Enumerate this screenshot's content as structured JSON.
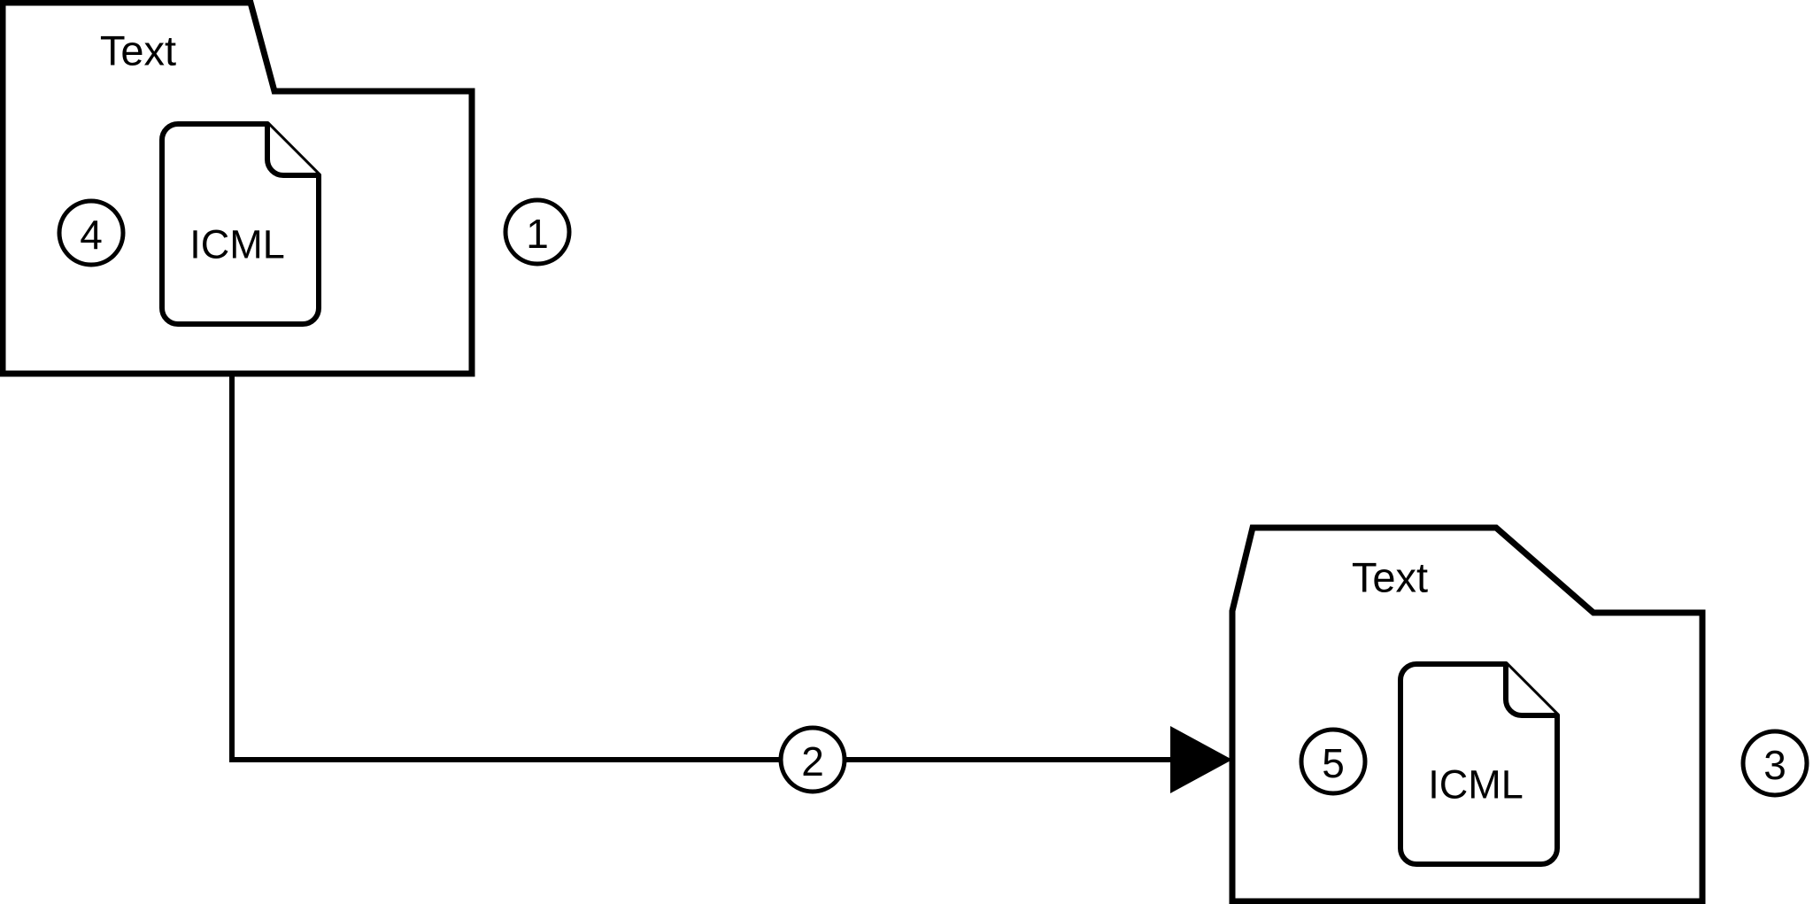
{
  "diagram": {
    "title": "Text folder to Text folder ICML transfer",
    "background_color": "#ffffff",
    "stroke_color": "#000000",
    "nodes": [
      {
        "id": "folder-source",
        "type": "folder",
        "label": "Text",
        "badge": "1",
        "inner_badge": "4",
        "document": {
          "type": "document-icon",
          "label": "ICML"
        }
      },
      {
        "id": "folder-target",
        "type": "folder",
        "label": "Text",
        "badge": "3",
        "inner_badge": "5",
        "document": {
          "type": "document-icon",
          "label": "ICML"
        }
      }
    ],
    "edges": [
      {
        "id": "edge-source-to-target",
        "from": "folder-source",
        "to": "folder-target",
        "badge": "2",
        "arrow": "filled-triangle",
        "style": "orthogonal"
      }
    ]
  },
  "labels": {
    "folder_source_name": "Text",
    "folder_source_badge": "1",
    "folder_source_inner_badge": "4",
    "folder_source_doc": "ICML",
    "folder_target_name": "Text",
    "folder_target_badge": "3",
    "folder_target_inner_badge": "5",
    "folder_target_doc": "ICML",
    "edge_badge": "2"
  }
}
